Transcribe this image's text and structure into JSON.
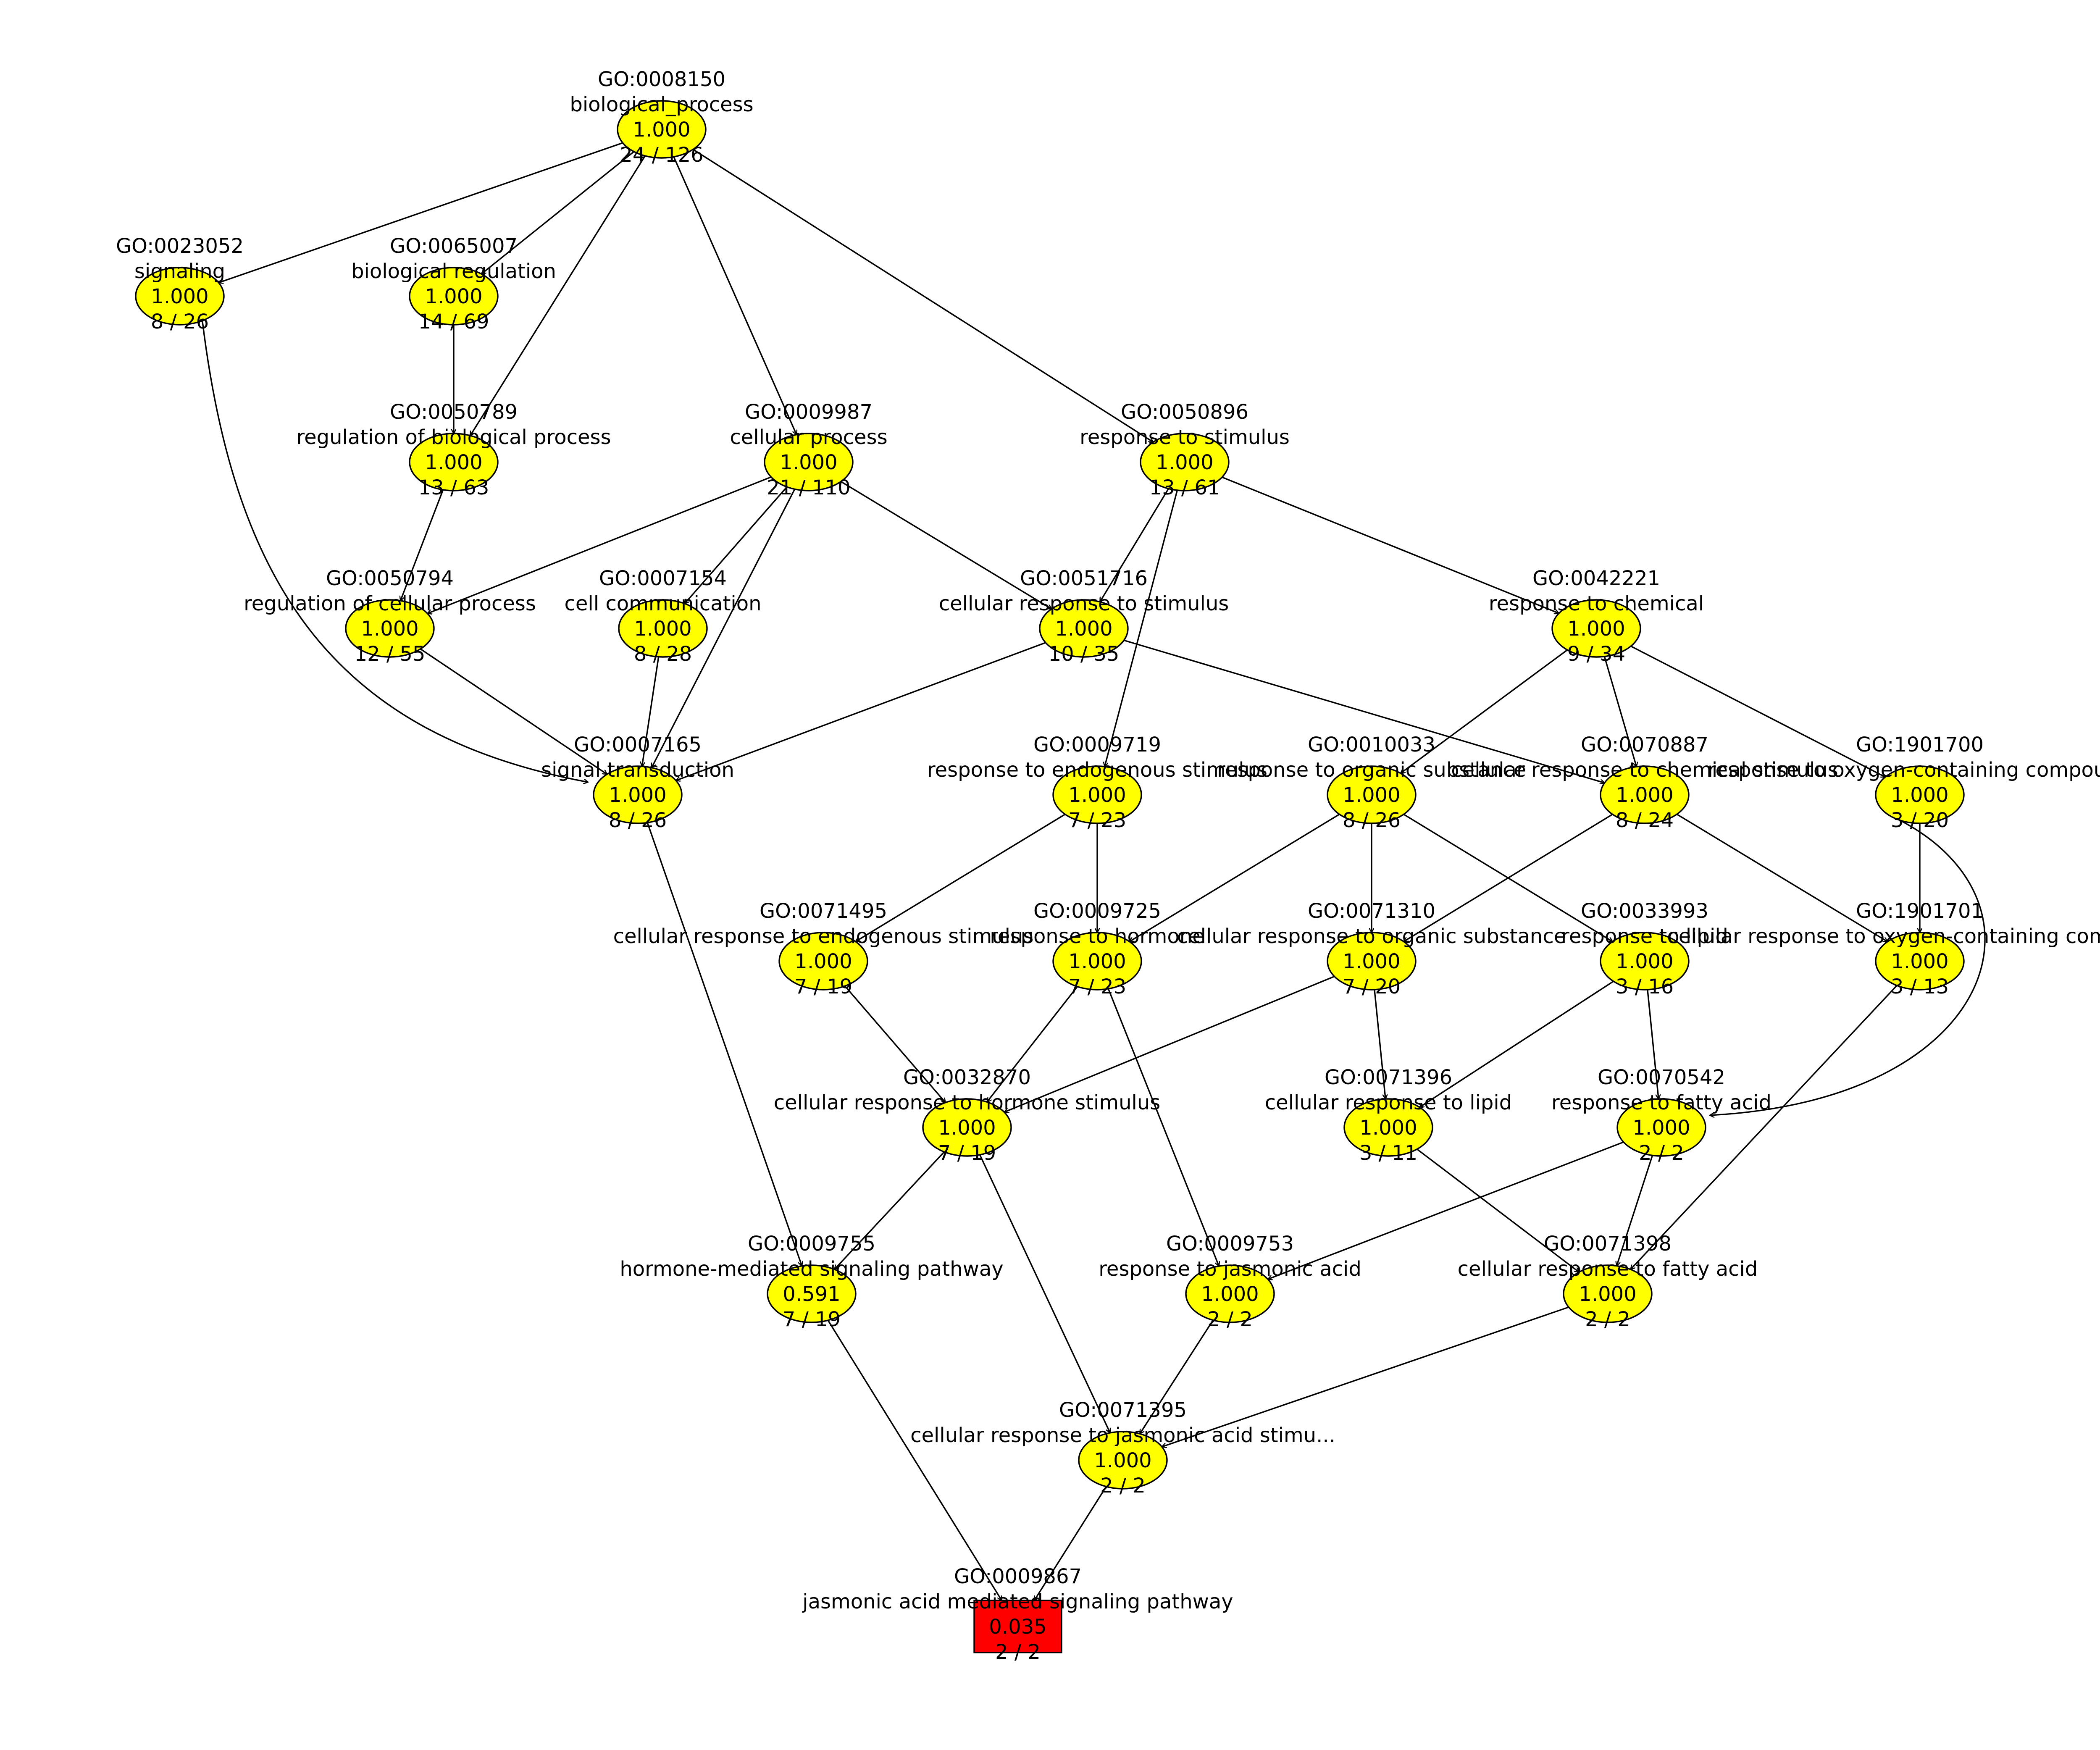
{
  "colors": {
    "node_fill": "#ffff00",
    "highlight_fill": "#ff0000",
    "stroke": "#000000"
  },
  "nodes": [
    {
      "id": "GO:0008150",
      "name": "biological_process",
      "score": "1.000",
      "count": "24 / 126",
      "shape": "ellipse"
    },
    {
      "id": "GO:0023052",
      "name": "signaling",
      "score": "1.000",
      "count": "8 / 26",
      "shape": "ellipse"
    },
    {
      "id": "GO:0065007",
      "name": "biological regulation",
      "score": "1.000",
      "count": "14 / 69",
      "shape": "ellipse"
    },
    {
      "id": "GO:0050789",
      "name": "regulation of biological process",
      "score": "1.000",
      "count": "13 / 63",
      "shape": "ellipse"
    },
    {
      "id": "GO:0009987",
      "name": "cellular process",
      "score": "1.000",
      "count": "21 / 110",
      "shape": "ellipse"
    },
    {
      "id": "GO:0050896",
      "name": "response to stimulus",
      "score": "1.000",
      "count": "13 / 61",
      "shape": "ellipse"
    },
    {
      "id": "GO:0050794",
      "name": "regulation of cellular process",
      "score": "1.000",
      "count": "12 / 55",
      "shape": "ellipse"
    },
    {
      "id": "GO:0007154",
      "name": "cell communication",
      "score": "1.000",
      "count": "8 / 28",
      "shape": "ellipse"
    },
    {
      "id": "GO:0051716",
      "name": "cellular response to stimulus",
      "score": "1.000",
      "count": "10 / 35",
      "shape": "ellipse"
    },
    {
      "id": "GO:0042221",
      "name": "response to chemical",
      "score": "1.000",
      "count": "9 / 34",
      "shape": "ellipse"
    },
    {
      "id": "GO:0007165",
      "name": "signal transduction",
      "score": "1.000",
      "count": "8 / 26",
      "shape": "ellipse"
    },
    {
      "id": "GO:0009719",
      "name": "response to endogenous stimulus",
      "score": "1.000",
      "count": "7 / 23",
      "shape": "ellipse"
    },
    {
      "id": "GO:0010033",
      "name": "response to organic substance",
      "score": "1.000",
      "count": "8 / 26",
      "shape": "ellipse"
    },
    {
      "id": "GO:0070887",
      "name": "cellular response to chemical stimulus",
      "score": "1.000",
      "count": "8 / 24",
      "shape": "ellipse"
    },
    {
      "id": "GO:1901700",
      "name": "response to oxygen-containing compound",
      "score": "1.000",
      "count": "3 / 20",
      "shape": "ellipse"
    },
    {
      "id": "GO:0071495",
      "name": "cellular response to endogenous stimulus",
      "score": "1.000",
      "count": "7 / 19",
      "shape": "ellipse"
    },
    {
      "id": "GO:0009725",
      "name": "response to hormone",
      "score": "1.000",
      "count": "7 / 23",
      "shape": "ellipse"
    },
    {
      "id": "GO:0071310",
      "name": "cellular response to organic substance",
      "score": "1.000",
      "count": "7 / 20",
      "shape": "ellipse"
    },
    {
      "id": "GO:0033993",
      "name": "response to lipid",
      "score": "1.000",
      "count": "3 / 16",
      "shape": "ellipse"
    },
    {
      "id": "GO:1901701",
      "name": "cellular response to oxygen-containing compound",
      "score": "1.000",
      "count": "3 / 13",
      "shape": "ellipse"
    },
    {
      "id": "GO:0032870",
      "name": "cellular response to hormone stimulus",
      "score": "1.000",
      "count": "7 / 19",
      "shape": "ellipse"
    },
    {
      "id": "GO:0071396",
      "name": "cellular response to lipid",
      "score": "1.000",
      "count": "3 / 11",
      "shape": "ellipse"
    },
    {
      "id": "GO:0070542",
      "name": "response to fatty acid",
      "score": "1.000",
      "count": "2 / 2",
      "shape": "ellipse"
    },
    {
      "id": "GO:0009755",
      "name": "hormone-mediated signaling pathway",
      "score": "0.591",
      "count": "7 / 19",
      "shape": "ellipse"
    },
    {
      "id": "GO:0009753",
      "name": "response to jasmonic acid",
      "score": "1.000",
      "count": "2 / 2",
      "shape": "ellipse"
    },
    {
      "id": "GO:0071398",
      "name": "cellular response to fatty acid",
      "score": "1.000",
      "count": "2 / 2",
      "shape": "ellipse"
    },
    {
      "id": "GO:0071395",
      "name": "cellular response to jasmonic acid stimu...",
      "score": "1.000",
      "count": "2 / 2",
      "shape": "ellipse"
    },
    {
      "id": "GO:0009867",
      "name": "jasmonic acid mediated signaling pathway",
      "score": "0.035",
      "count": "2 / 2",
      "shape": "box"
    }
  ],
  "edges": [
    {
      "from": "GO:0008150",
      "to": "GO:0023052"
    },
    {
      "from": "GO:0008150",
      "to": "GO:0065007"
    },
    {
      "from": "GO:0008150",
      "to": "GO:0050789"
    },
    {
      "from": "GO:0008150",
      "to": "GO:0009987"
    },
    {
      "from": "GO:0008150",
      "to": "GO:0050896"
    },
    {
      "from": "GO:0065007",
      "to": "GO:0050789"
    },
    {
      "from": "GO:0050789",
      "to": "GO:0050794"
    },
    {
      "from": "GO:0009987",
      "to": "GO:0050794"
    },
    {
      "from": "GO:0009987",
      "to": "GO:0007154"
    },
    {
      "from": "GO:0009987",
      "to": "GO:0051716"
    },
    {
      "from": "GO:0009987",
      "to": "GO:0007165"
    },
    {
      "from": "GO:0050896",
      "to": "GO:0051716"
    },
    {
      "from": "GO:0050896",
      "to": "GO:0042221"
    },
    {
      "from": "GO:0050896",
      "to": "GO:0009719"
    },
    {
      "from": "GO:0023052",
      "to": "GO:0007165"
    },
    {
      "from": "GO:0050794",
      "to": "GO:0007165"
    },
    {
      "from": "GO:0007154",
      "to": "GO:0007165"
    },
    {
      "from": "GO:0051716",
      "to": "GO:0007165"
    },
    {
      "from": "GO:0051716",
      "to": "GO:0070887"
    },
    {
      "from": "GO:0042221",
      "to": "GO:0010033"
    },
    {
      "from": "GO:0042221",
      "to": "GO:0070887"
    },
    {
      "from": "GO:0042221",
      "to": "GO:1901700"
    },
    {
      "from": "GO:0009719",
      "to": "GO:0071495"
    },
    {
      "from": "GO:0009719",
      "to": "GO:0009725"
    },
    {
      "from": "GO:0010033",
      "to": "GO:0009725"
    },
    {
      "from": "GO:0010033",
      "to": "GO:0071310"
    },
    {
      "from": "GO:0010033",
      "to": "GO:0033993"
    },
    {
      "from": "GO:0070887",
      "to": "GO:0071310"
    },
    {
      "from": "GO:0070887",
      "to": "GO:1901701"
    },
    {
      "from": "GO:1901700",
      "to": "GO:1901701"
    },
    {
      "from": "GO:1901700",
      "to": "GO:0070542"
    },
    {
      "from": "GO:0071495",
      "to": "GO:0032870"
    },
    {
      "from": "GO:0009725",
      "to": "GO:0032870"
    },
    {
      "from": "GO:0009725",
      "to": "GO:0009753"
    },
    {
      "from": "GO:0071310",
      "to": "GO:0032870"
    },
    {
      "from": "GO:0071310",
      "to": "GO:0071396"
    },
    {
      "from": "GO:0033993",
      "to": "GO:0071396"
    },
    {
      "from": "GO:0033993",
      "to": "GO:0070542"
    },
    {
      "from": "GO:1901701",
      "to": "GO:0071398"
    },
    {
      "from": "GO:0032870",
      "to": "GO:0009755"
    },
    {
      "from": "GO:0032870",
      "to": "GO:0071395"
    },
    {
      "from": "GO:0007165",
      "to": "GO:0009755"
    },
    {
      "from": "GO:0071396",
      "to": "GO:0071398"
    },
    {
      "from": "GO:0070542",
      "to": "GO:0071398"
    },
    {
      "from": "GO:0070542",
      "to": "GO:0009753"
    },
    {
      "from": "GO:0009753",
      "to": "GO:0071395"
    },
    {
      "from": "GO:0071398",
      "to": "GO:0071395"
    },
    {
      "from": "GO:0009755",
      "to": "GO:0009867"
    },
    {
      "from": "GO:0071395",
      "to": "GO:0009867"
    }
  ]
}
